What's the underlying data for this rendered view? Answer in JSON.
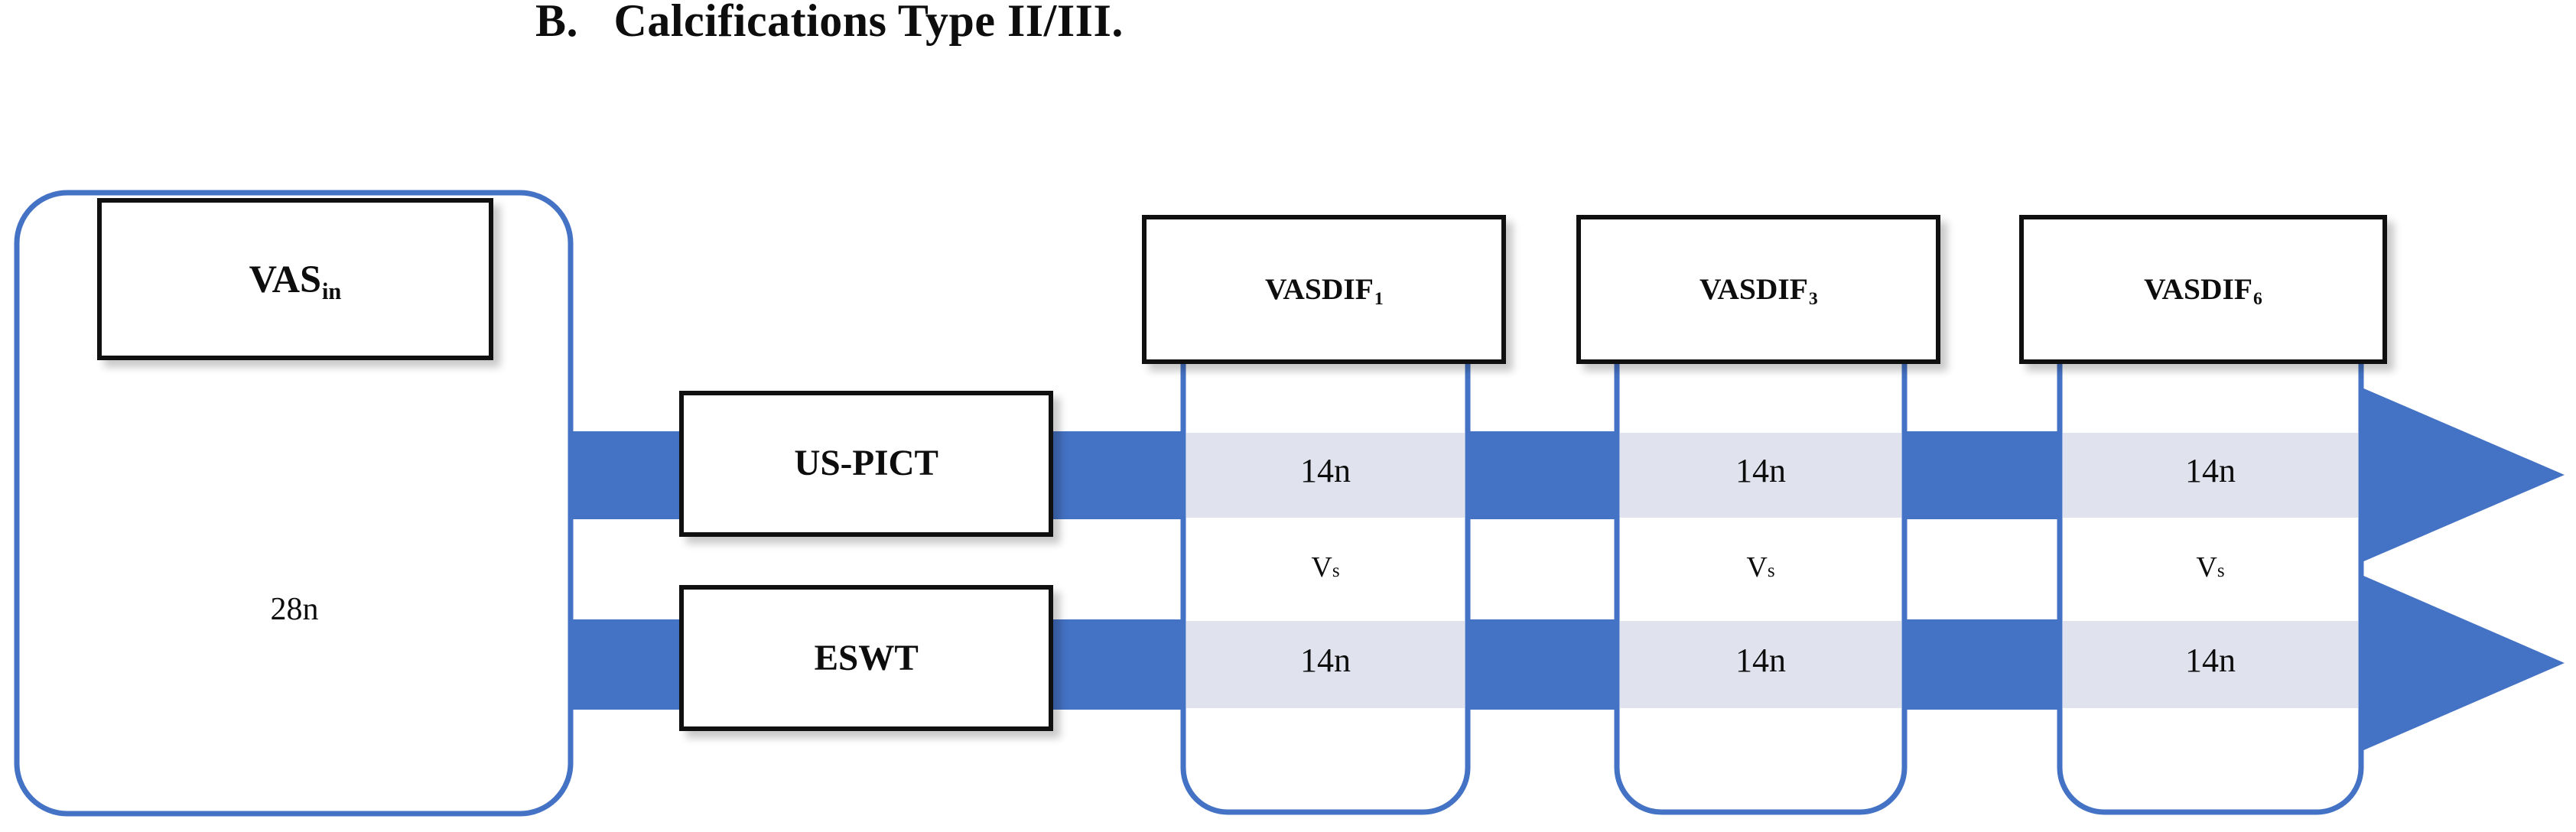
{
  "figure": {
    "panel_letter": "B.",
    "title": "Calcifications Type II/III.",
    "title_full": "B.   Calcifications Type II/III."
  },
  "colors": {
    "band_blue": "#4472C4",
    "band_blue_tint": "#E0E3EE",
    "outline_blue": "#4472C4",
    "box_border": "#101010",
    "box_fill": "#FFFFFF",
    "page_background": "#FFFFFF",
    "text": "#0D0D0D"
  },
  "enrollment": {
    "node_label_main": "VAS",
    "node_label_sub": "in",
    "total_label": "28n"
  },
  "arms": [
    {
      "name": "arm-us-pict",
      "label": "US-PICT"
    },
    {
      "name": "arm-eswt",
      "label": "ESWT"
    }
  ],
  "timepoints": [
    {
      "name": "vasdif-1",
      "label_main": "VASDIF",
      "label_sub": "1",
      "top_value": "14n",
      "comparator_main": "V",
      "comparator_sub": "s",
      "bottom_value": "14n"
    },
    {
      "name": "vasdif-3",
      "label_main": "VASDIF",
      "label_sub": "3",
      "top_value": "14n",
      "comparator_main": "V",
      "comparator_sub": "s",
      "bottom_value": "14n"
    },
    {
      "name": "vasdif-6",
      "label_main": "VASDIF",
      "label_sub": "6",
      "top_value": "14n",
      "comparator_main": "V",
      "comparator_sub": "s",
      "bottom_value": "14n"
    }
  ],
  "flow_arrows": [
    {
      "name": "arrow-top",
      "direction": "right"
    },
    {
      "name": "arrow-bottom",
      "direction": "right"
    }
  ]
}
